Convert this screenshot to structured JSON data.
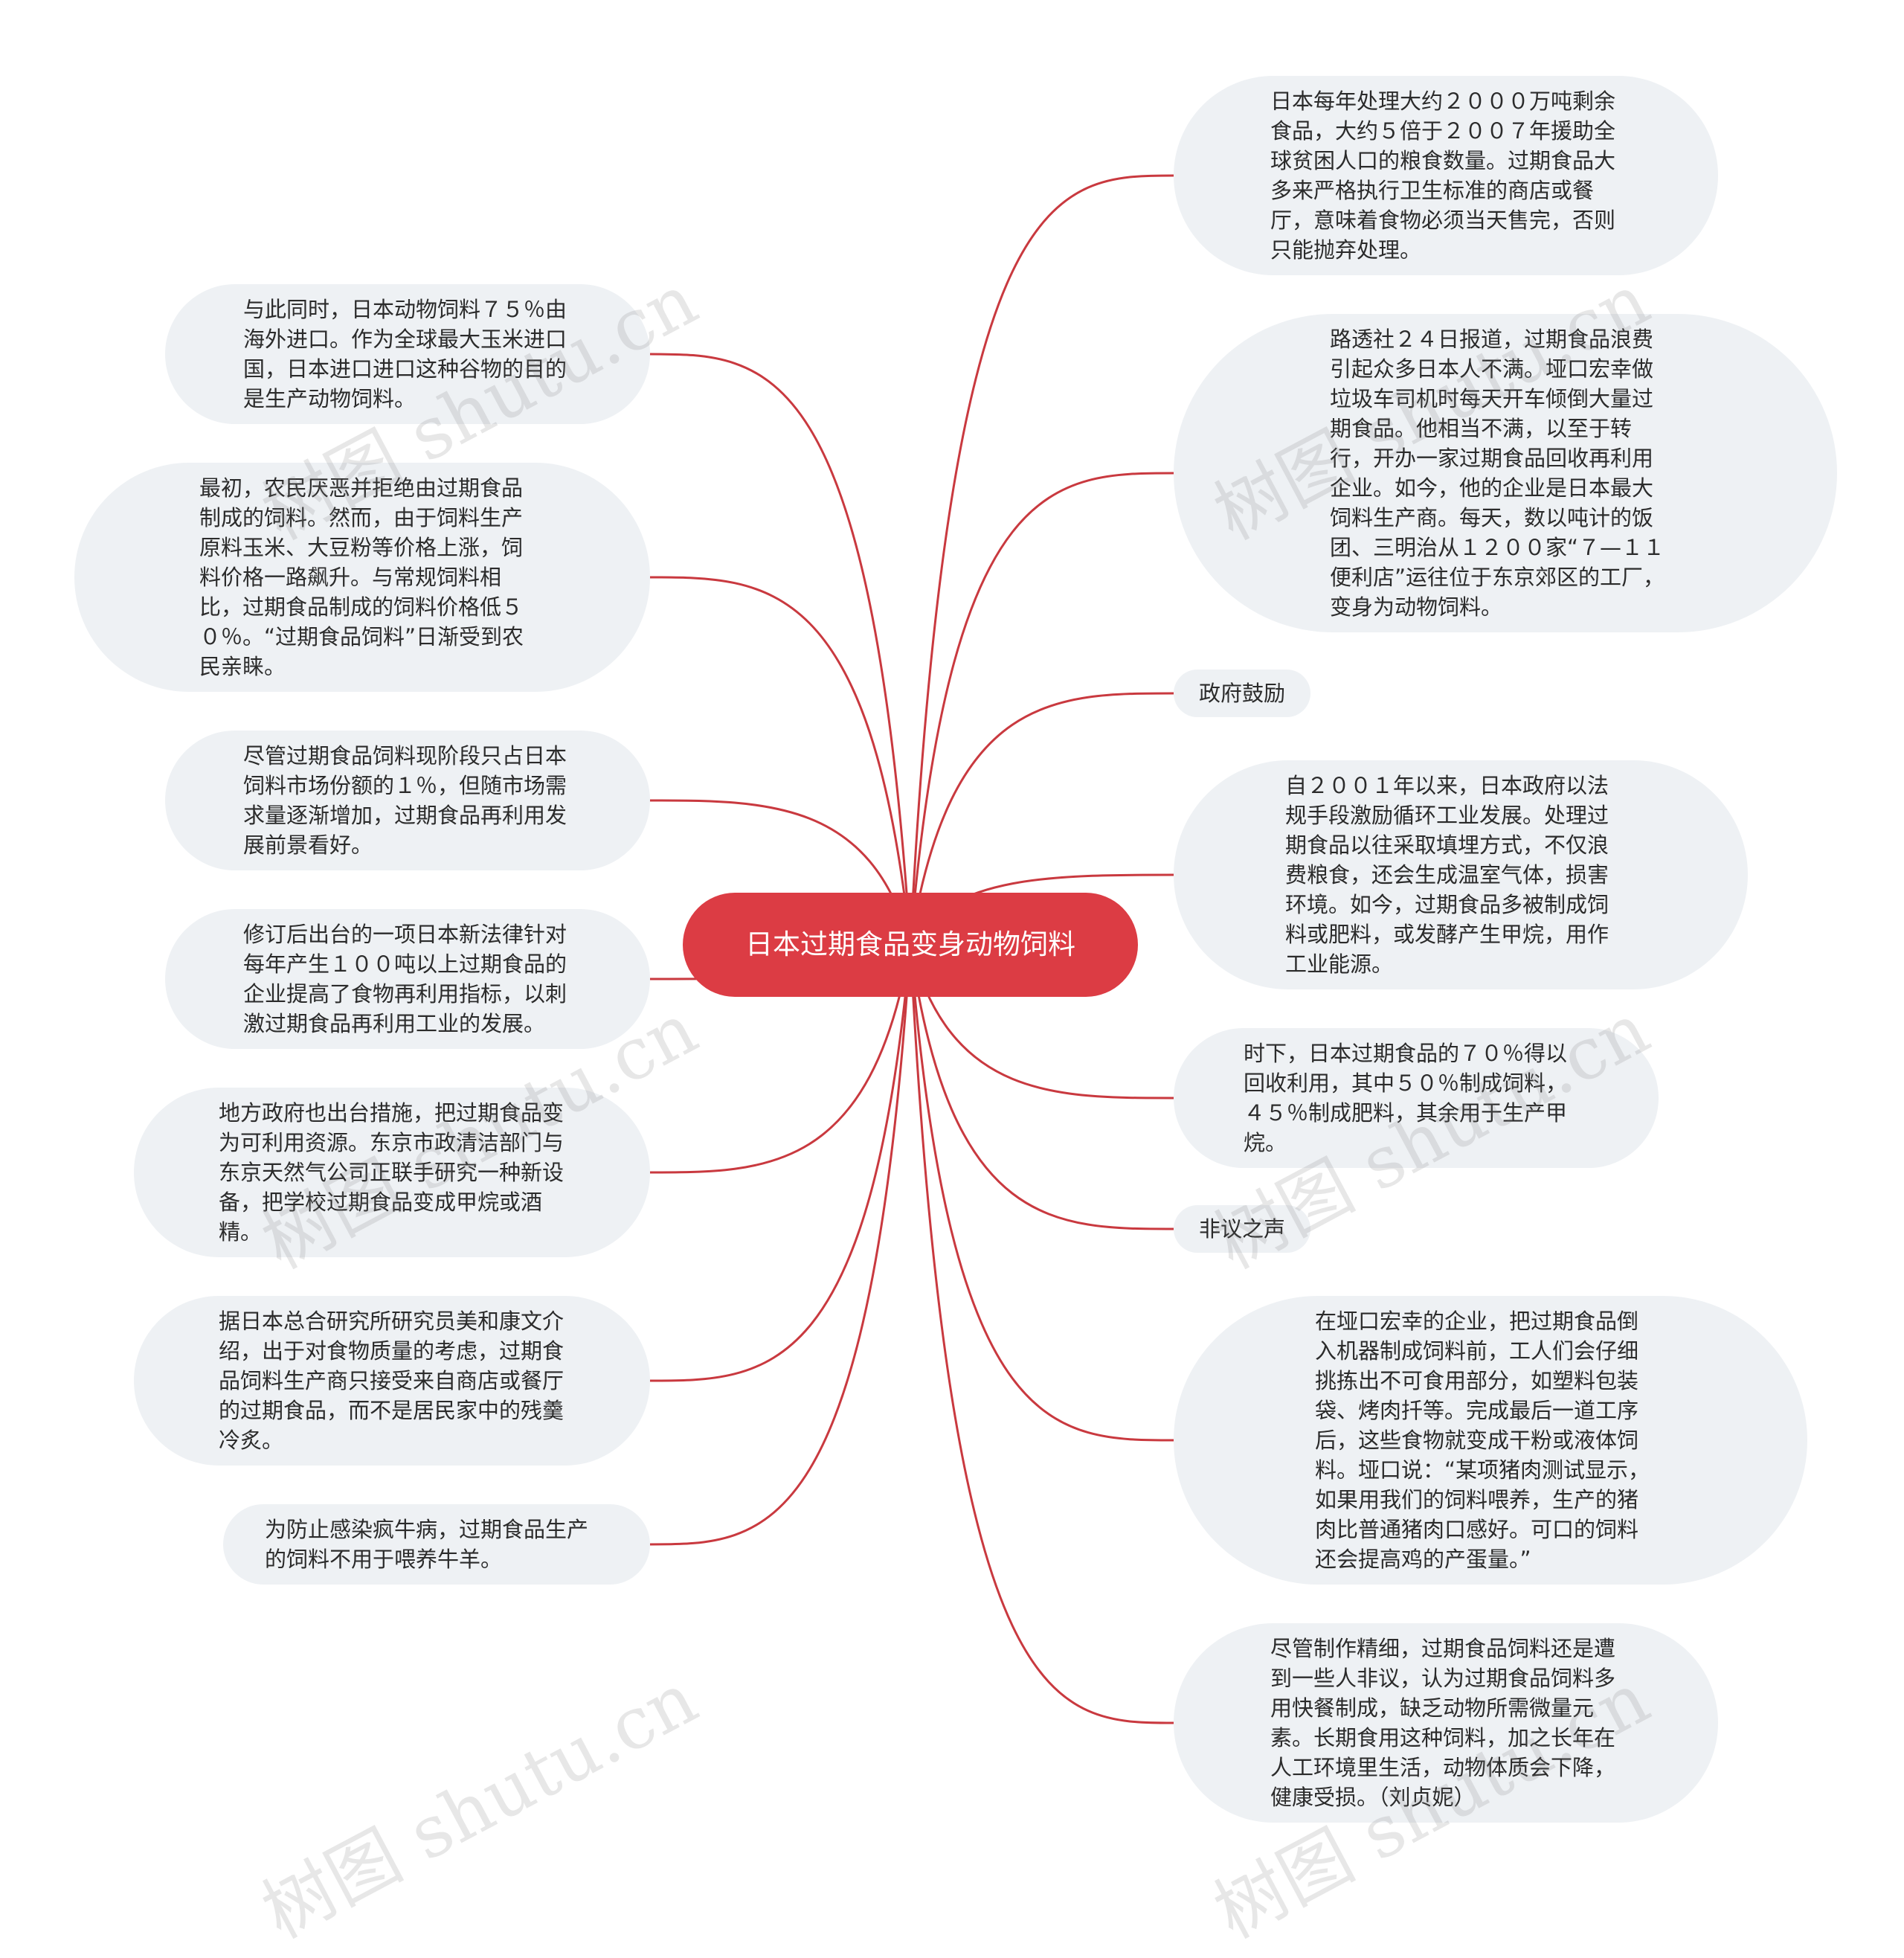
{
  "root": {
    "text": "日本过期食品变身动物饲料"
  },
  "left_nodes": [
    {
      "text": "与此同时，日本动物饲料７５％由海外进口。作为全球最大玉米进口国，日本进口进口这种谷物的目的是生产动物饲料。"
    },
    {
      "text": "最初，农民厌恶并拒绝由过期食品制成的饲料。然而，由于饲料生产原料玉米、大豆粉等价格上涨，饲料价格一路飙升。与常规饲料相比，过期食品制成的饲料价格低５０％。“过期食品饲料”日渐受到农民亲睐。"
    },
    {
      "text": "尽管过期食品饲料现阶段只占日本饲料市场份额的１％，但随市场需求量逐渐增加，过期食品再利用发展前景看好。"
    },
    {
      "text": "修订后出台的一项日本新法律针对每年产生１００吨以上过期食品的企业提高了食物再利用指标，以刺激过期食品再利用工业的发展。"
    },
    {
      "text": "地方政府也出台措施，把过期食品变为可利用资源。东京市政清洁部门与东京天然气公司正联手研究一种新设备，把学校过期食品变成甲烷或酒精。"
    },
    {
      "text": "据日本总合研究所研究员美和康文介绍，出于对食物质量的考虑，过期食品饲料生产商只接受来自商店或餐厅的过期食品，而不是居民家中的残羹冷炙。"
    },
    {
      "text": "为防止感染疯牛病，过期食品生产的饲料不用于喂养牛羊。"
    }
  ],
  "right_nodes": [
    {
      "text": "日本每年处理大约２０００万吨剩余食品，大约５倍于２００７年援助全球贫困人口的粮食数量。过期食品大多来严格执行卫生标准的商店或餐厅，意味着食物必须当天售完，否则只能抛弃处理。"
    },
    {
      "text": "路透社２４日报道，过期食品浪费引起众多日本人不满。垭口宏幸做垃圾车司机时每天开车倾倒大量过期食品。他相当不满，以至于转行，开办一家过期食品回收再利用企业。如今，他的企业是日本最大饲料生产商。每天，数以吨计的饭团、三明治从１２００家“７—１１便利店”运往位于东京郊区的工厂，变身为动物饲料。"
    },
    {
      "text": "政府鼓励"
    },
    {
      "text": "自２００１年以来，日本政府以法规手段激励循环工业发展。处理过期食品以往采取填埋方式，不仅浪费粮食，还会生成温室气体，损害环境。如今，过期食品多被制成饲料或肥料，或发酵产生甲烷，用作工业能源。"
    },
    {
      "text": "时下，日本过期食品的７０％得以回收利用，其中５０％制成饲料，４５％制成肥料，其余用于生产甲烷。"
    },
    {
      "text": "非议之声"
    },
    {
      "text": "在垭口宏幸的企业，把过期食品倒入机器制成饲料前，工人们会仔细挑拣出不可食用部分，如塑料包装袋、烤肉扦等。完成最后一道工序后，这些食物就变成干粉或液体饲料。垭口说：“某项猪肉测试显示，如果用我们的饲料喂养，生产的猪肉比普通猪肉口感好。可口的饲料还会提高鸡的产蛋量。”"
    },
    {
      "text": "尽管制作精细，过期食品饲料还是遭到一些人非议，认为过期食品饲料多用快餐制成，缺乏动物所需微量元素。长期食用这种饲料，加之长年在人工环境里生活，动物体质会下降，健康受损。（刘贞妮）"
    }
  ],
  "watermark": "树图 shutu.cn",
  "colors": {
    "root": "#dc3c44",
    "link": "#c9393f",
    "node_bg": "#eef1f4"
  }
}
